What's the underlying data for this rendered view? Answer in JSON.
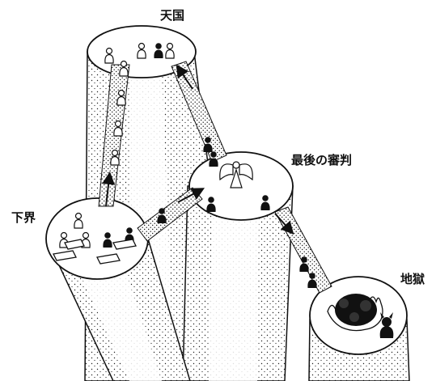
{
  "labels": {
    "heaven": "天国",
    "last_judgment": "最後の審判",
    "lower_world": "下界",
    "hell": "地獄"
  },
  "colors": {
    "ink": "#111111",
    "paper": "#ffffff"
  },
  "icons": [
    "soul-figure-light",
    "soul-figure-dark",
    "grave-icon",
    "angel-icon",
    "fire-icon",
    "devil-icon",
    "arrow-icon"
  ]
}
